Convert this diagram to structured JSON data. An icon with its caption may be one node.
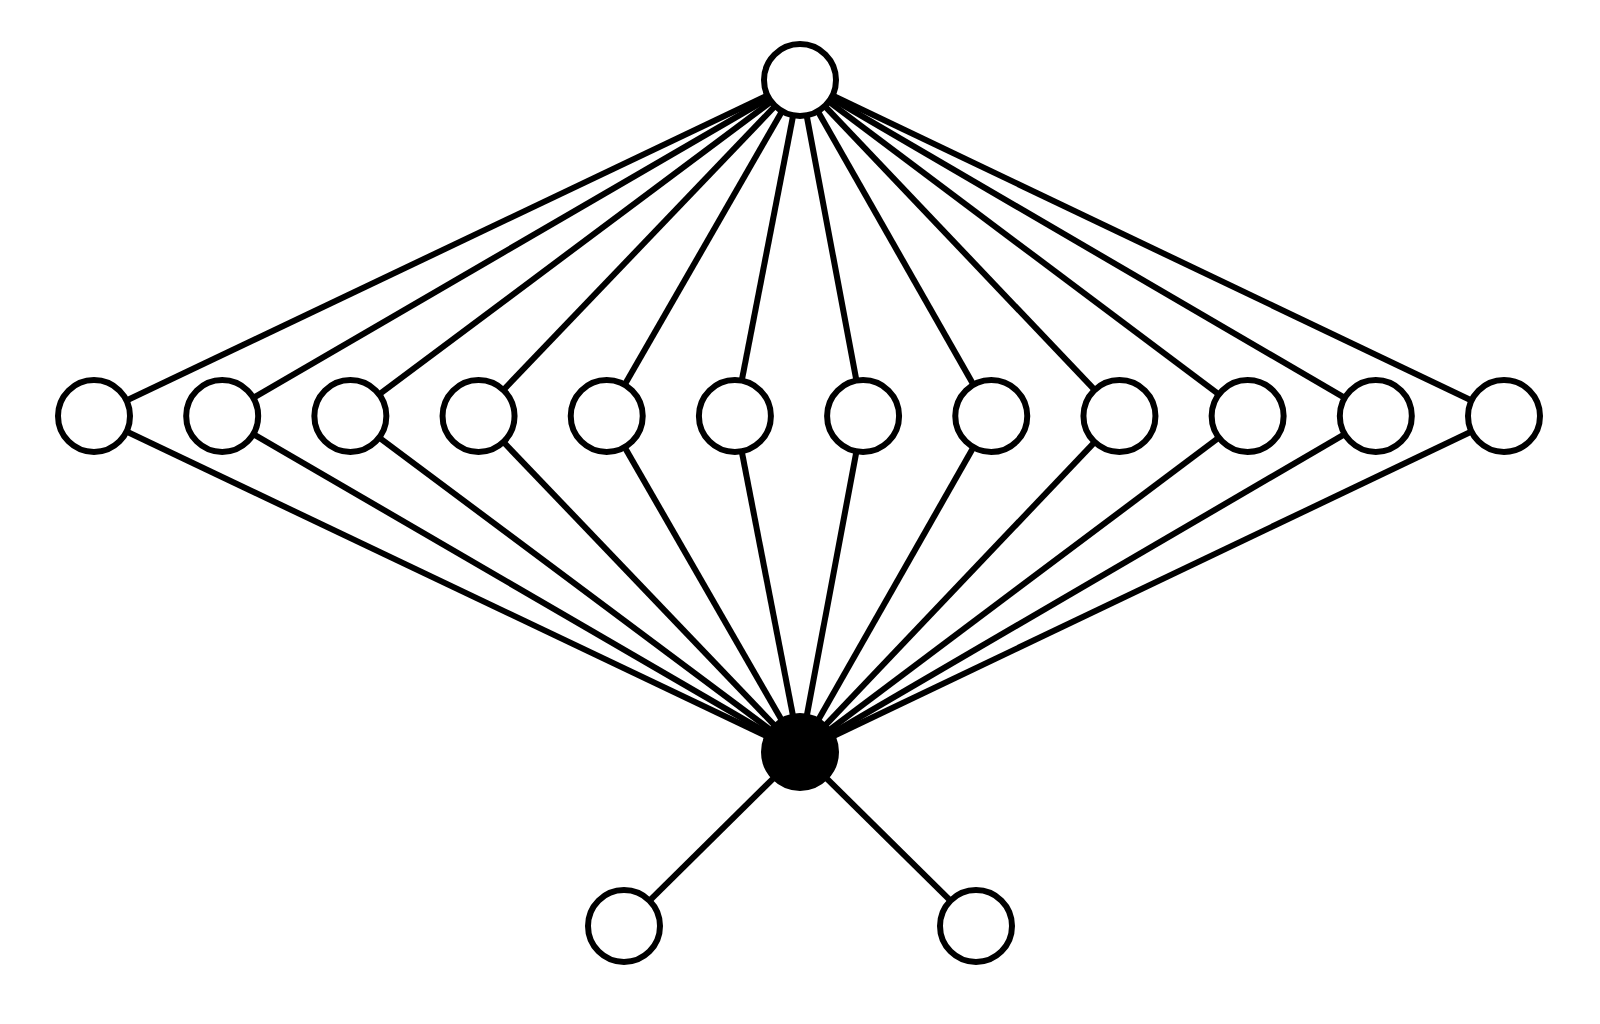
{
  "diagram": {
    "nodes": [
      {
        "text": [],
        "shape": "circle"
      },
      {
        "text": [],
        "shape": "circle"
      },
      {
        "text": [],
        "shape": "circle"
      },
      {
        "text": [],
        "shape": "circle"
      },
      {
        "text": [],
        "shape": "circle"
      },
      {
        "text": [],
        "shape": "circle"
      },
      {
        "text": [],
        "shape": "circle"
      },
      {
        "text": [],
        "shape": "circle"
      },
      {
        "text": [],
        "shape": "circle"
      },
      {
        "text": [],
        "shape": "circle"
      },
      {
        "text": [],
        "shape": "circle"
      },
      {
        "text": [],
        "shape": "circle"
      },
      {
        "text": [],
        "shape": "circle"
      },
      {
        "text": [],
        "shape": "circle"
      },
      {
        "text": [],
        "shape": "circle"
      },
      {
        "text": [],
        "shape": "circle"
      }
    ],
    "edges": [
      {
        "from": 0,
        "to": 1,
        "arrow": "none"
      },
      {
        "from": 0,
        "to": 2,
        "arrow": "none"
      },
      {
        "from": 0,
        "to": 3,
        "arrow": "none"
      },
      {
        "from": 0,
        "to": 4,
        "arrow": "none"
      },
      {
        "from": 0,
        "to": 5,
        "arrow": "none"
      },
      {
        "from": 0,
        "to": 6,
        "arrow": "none"
      },
      {
        "from": 0,
        "to": 7,
        "arrow": "none"
      },
      {
        "from": 0,
        "to": 8,
        "arrow": "none"
      },
      {
        "from": 0,
        "to": 9,
        "arrow": "none"
      },
      {
        "from": 0,
        "to": 10,
        "arrow": "none"
      },
      {
        "from": 0,
        "to": 11,
        "arrow": "none"
      },
      {
        "from": 0,
        "to": 12,
        "arrow": "none"
      },
      {
        "from": 1,
        "to": 13,
        "arrow": "none"
      },
      {
        "from": 2,
        "to": 13,
        "arrow": "none"
      },
      {
        "from": 3,
        "to": 13,
        "arrow": "none"
      },
      {
        "from": 4,
        "to": 13,
        "arrow": "none"
      },
      {
        "from": 5,
        "to": 13,
        "arrow": "none"
      },
      {
        "from": 6,
        "to": 13,
        "arrow": "none"
      },
      {
        "from": 7,
        "to": 13,
        "arrow": "none"
      },
      {
        "from": 8,
        "to": 13,
        "arrow": "none"
      },
      {
        "from": 9,
        "to": 13,
        "arrow": "none"
      },
      {
        "from": 10,
        "to": 13,
        "arrow": "none"
      },
      {
        "from": 11,
        "to": 13,
        "arrow": "none"
      },
      {
        "from": 12,
        "to": 13,
        "arrow": "none"
      },
      {
        "from": 13,
        "to": 14,
        "arrow": "none"
      },
      {
        "from": 13,
        "to": 15,
        "arrow": "none"
      }
    ]
  }
}
